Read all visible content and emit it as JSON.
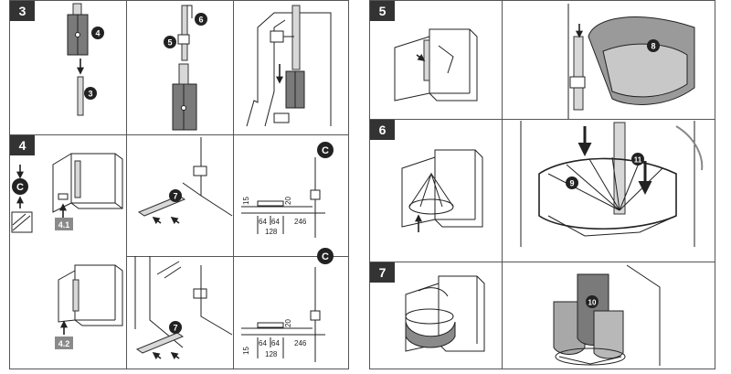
{
  "steps": {
    "s3": "3",
    "s4": "4",
    "s5": "5",
    "s6": "6",
    "s7": "7"
  },
  "callouts": {
    "c3": "3",
    "c4": "4",
    "c5": "5",
    "c6": "6",
    "c7a": "7",
    "c7b": "7",
    "c8": "8",
    "c9": "9",
    "c10": "10",
    "c11": "11"
  },
  "tags": {
    "t41": "4.1",
    "t42": "4.2"
  },
  "symbol_c": "C",
  "dims_upper": {
    "d15": "15",
    "d20": "20",
    "d64a": "64",
    "d64b": "64",
    "d246": "246",
    "d128": "128"
  },
  "dims_lower": {
    "d15": "15",
    "d20": "20",
    "d64a": "64",
    "d64b": "64",
    "d246": "246",
    "d128": "128"
  },
  "colors": {
    "panel_border": "#555555",
    "step_badge": "#333333",
    "tag_fill": "#8a8a8a",
    "callout_fill": "#222222"
  }
}
